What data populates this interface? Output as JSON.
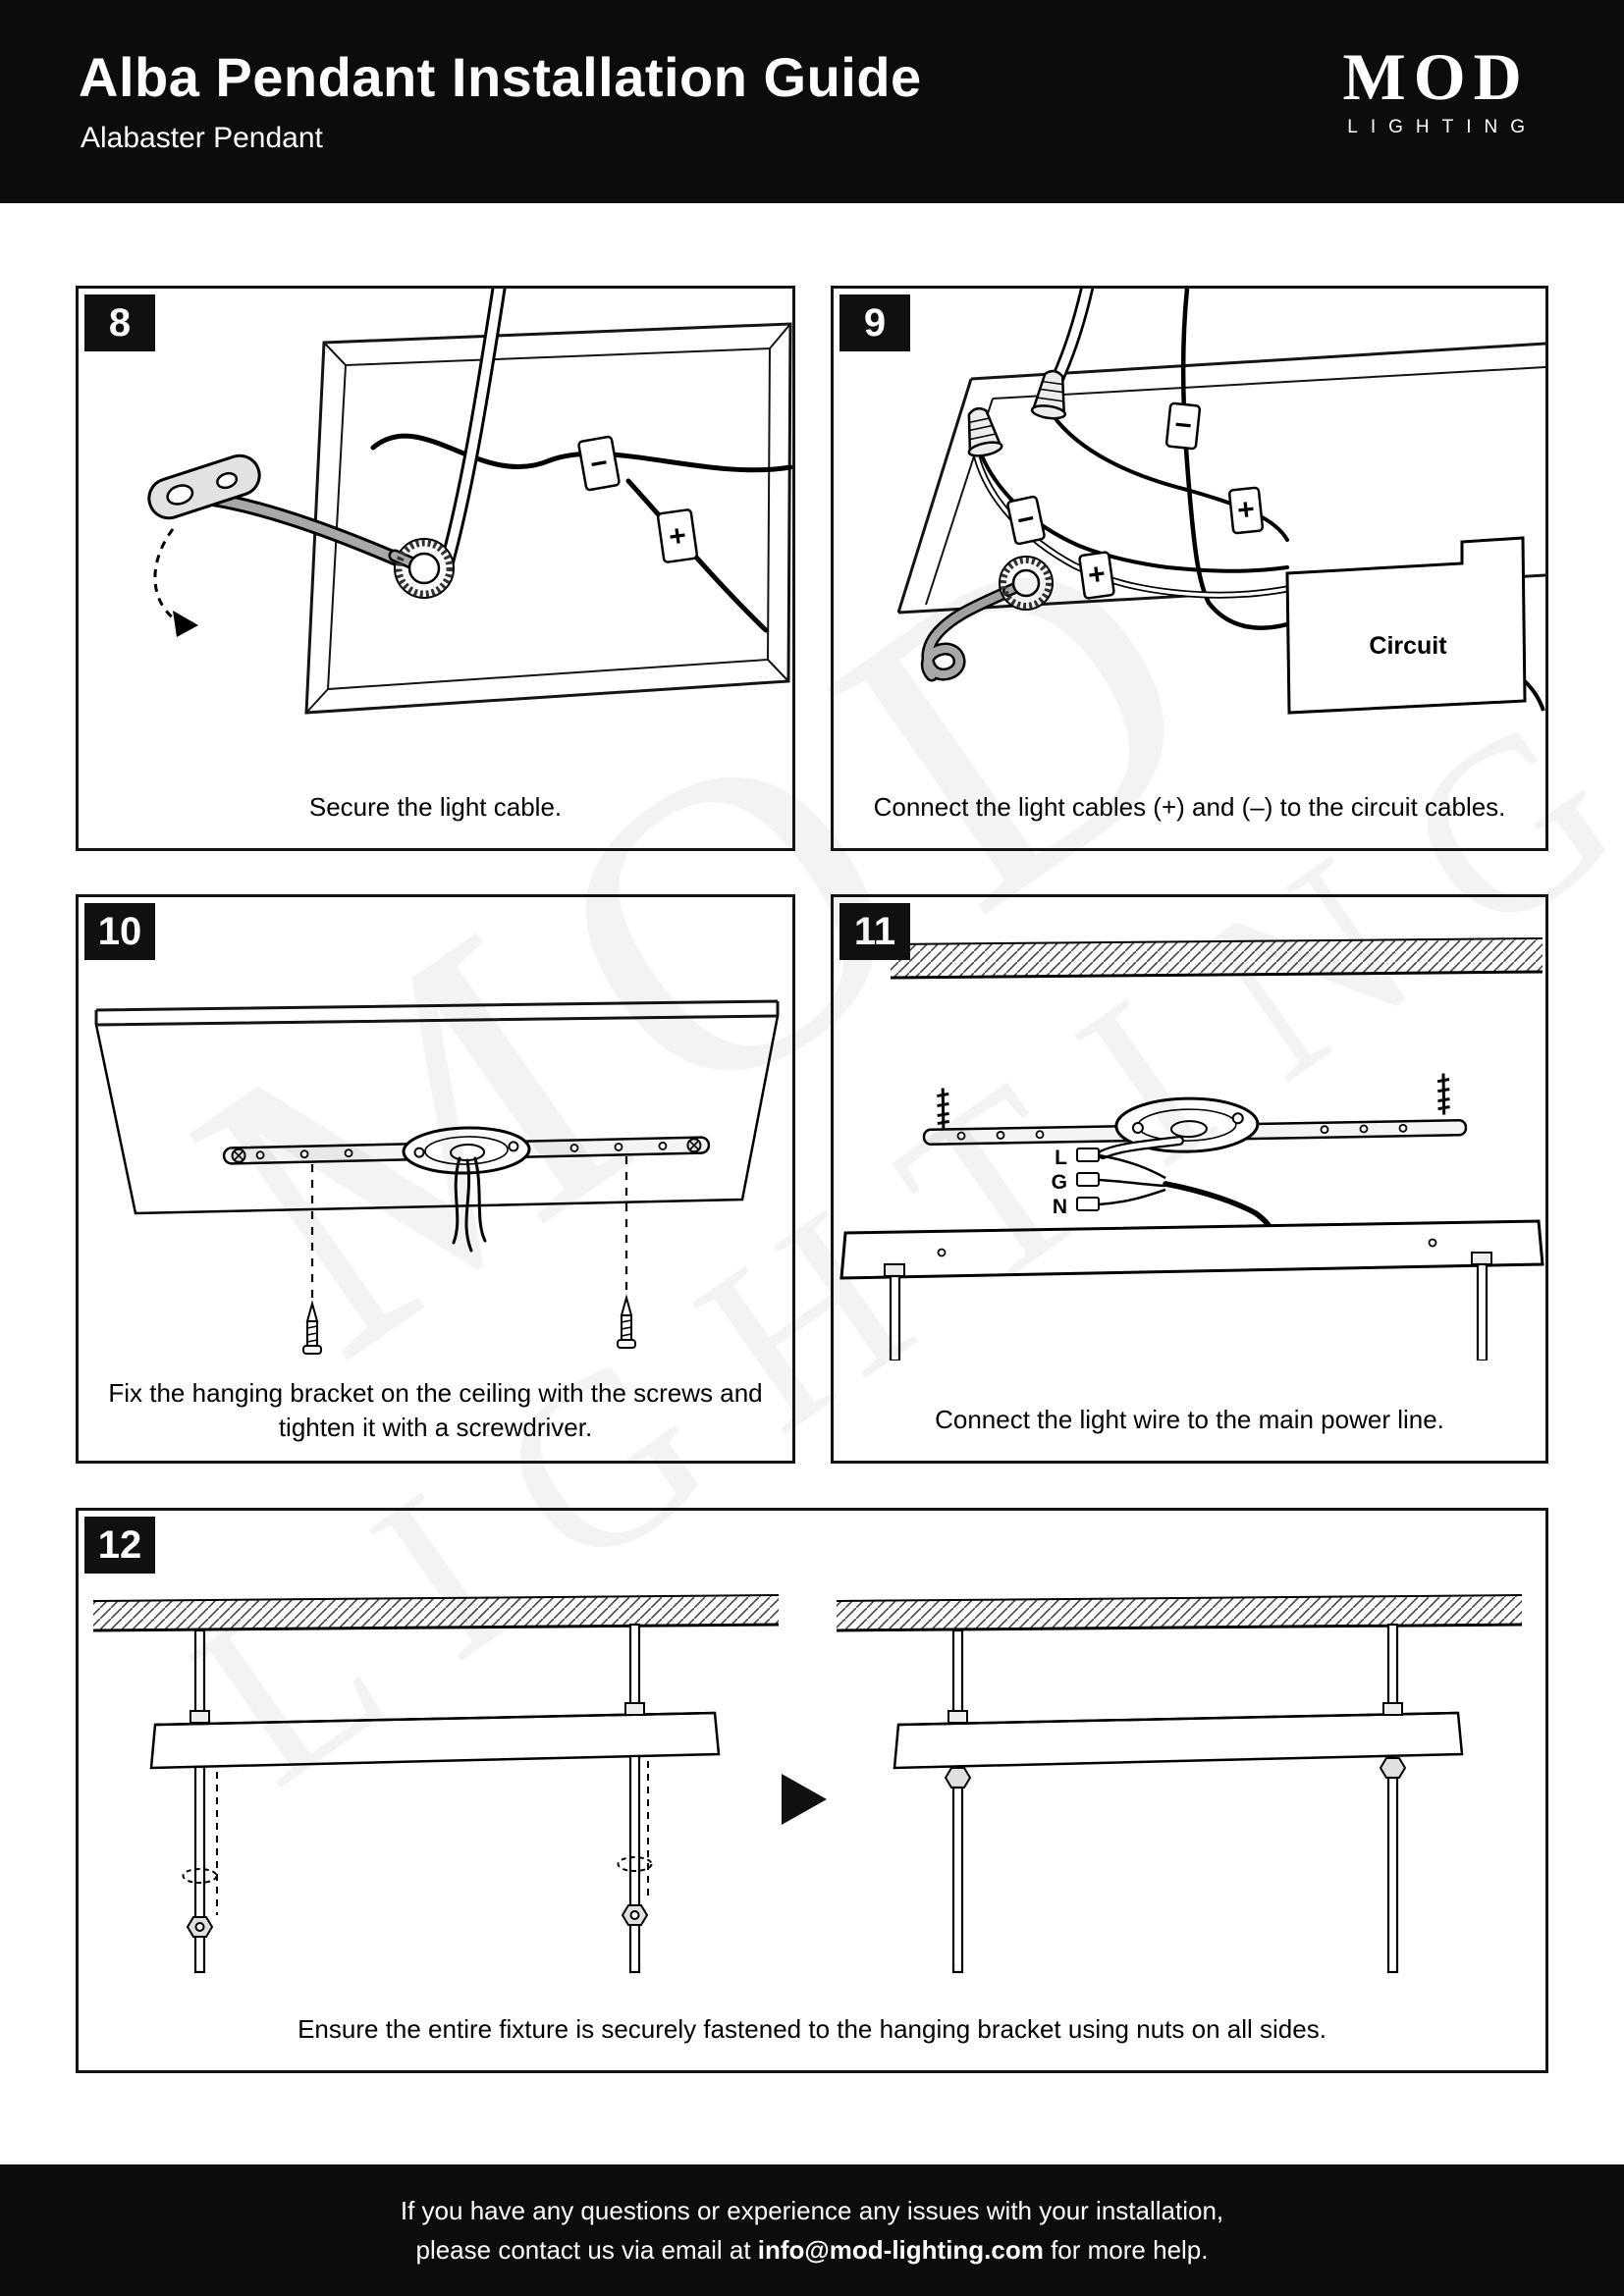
{
  "header": {
    "title": "Alba Pendant Installation Guide",
    "subtitle": "Alabaster Pendant",
    "logo": {
      "word": "MOD",
      "sub": "LIGHTING"
    }
  },
  "watermark": {
    "line1": "MOD",
    "line2": "LIGHTING"
  },
  "steps": [
    {
      "number": "8",
      "caption": "Secure the light cable.",
      "labels": {
        "minus": "−",
        "plus": "+"
      }
    },
    {
      "number": "9",
      "caption": "Connect the light cables (+) and (–) to the circuit cables.",
      "labels": {
        "minus": "−",
        "plus": "+",
        "circuit": "Circuit"
      }
    },
    {
      "number": "10",
      "caption": "Fix the hanging bracket on the ceiling with the screws and tighten it with a screwdriver."
    },
    {
      "number": "11",
      "caption": "Connect the light wire to the main power line.",
      "labels": {
        "l": "L",
        "g": "G",
        "n": "N"
      }
    },
    {
      "number": "12",
      "caption": "Ensure the entire fixture is securely fastened to the hanging bracket using nuts on all sides."
    }
  ],
  "footer": {
    "line1": "If you have any questions or experience any issues with your installation,",
    "line2_prefix": "please contact us via email at ",
    "email": "info@mod-lighting.com",
    "line2_suffix": " for more help."
  }
}
